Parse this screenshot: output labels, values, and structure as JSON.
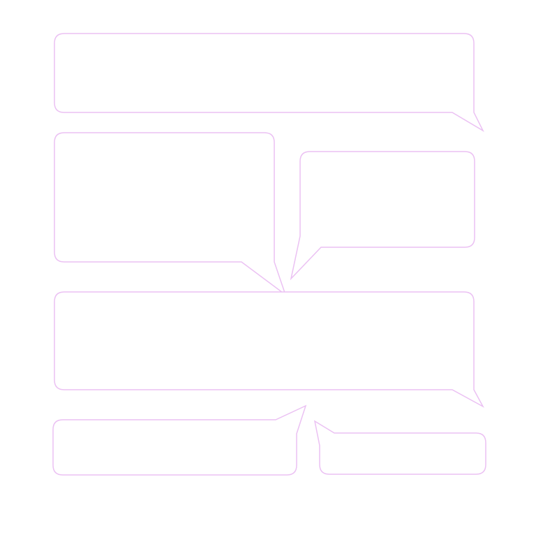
{
  "diagram": {
    "title": "",
    "stroke_color": "#EBC1F3",
    "background_color": "#FFFFFF",
    "bubbles": [
      {
        "id": "bubble-1",
        "text": "",
        "tail": "bottom-right",
        "tail_direction": "down-right"
      },
      {
        "id": "bubble-2",
        "text": "",
        "tail": "bottom-right",
        "tail_direction": "down-right"
      },
      {
        "id": "bubble-3",
        "text": "",
        "tail": "bottom-left",
        "tail_direction": "down-left"
      },
      {
        "id": "bubble-4",
        "text": "",
        "tail": "bottom-right",
        "tail_direction": "down-right"
      },
      {
        "id": "bubble-5",
        "text": "",
        "tail": "top-right",
        "tail_direction": "up-right"
      },
      {
        "id": "bubble-6",
        "text": "",
        "tail": "top-left",
        "tail_direction": "up-left"
      }
    ]
  }
}
